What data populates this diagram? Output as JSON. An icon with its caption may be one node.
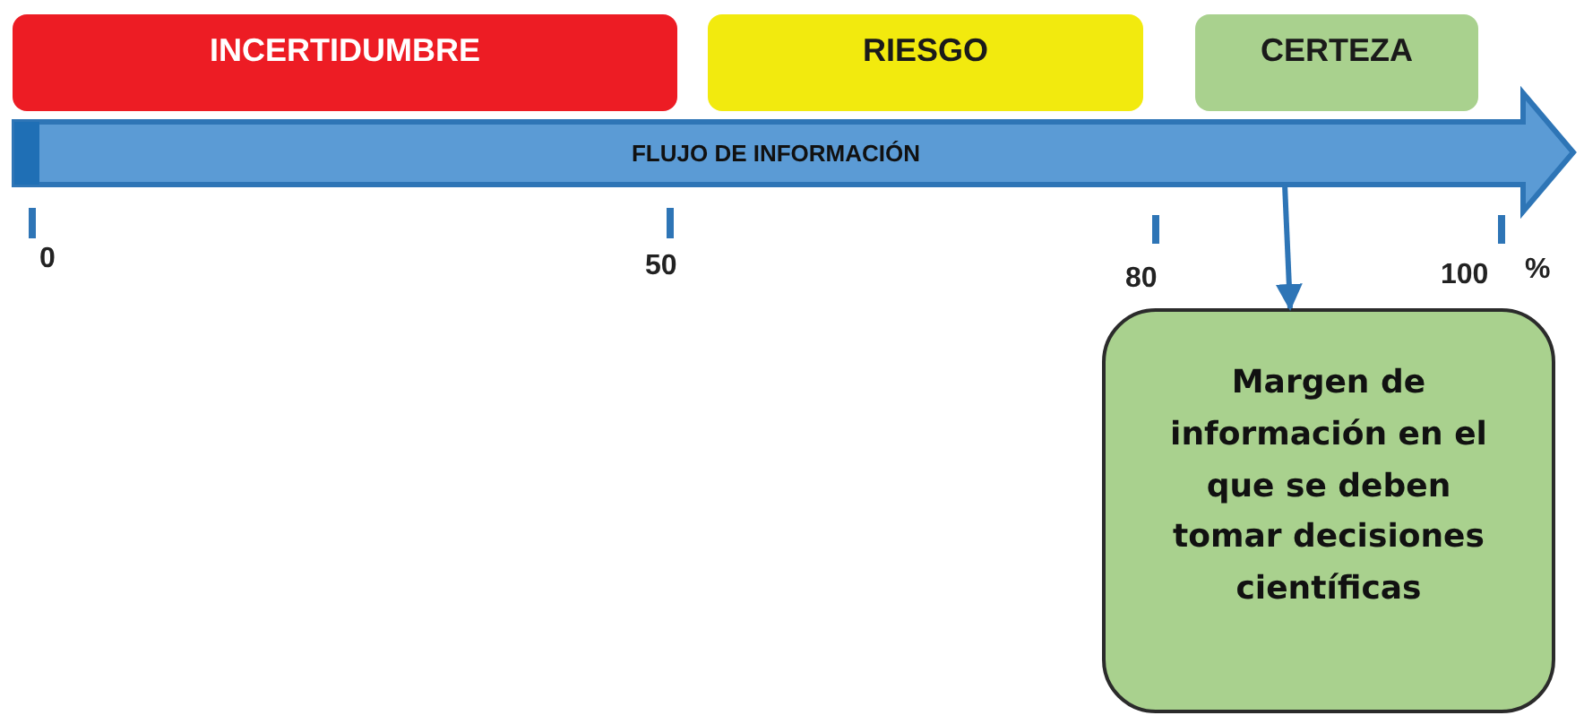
{
  "diagram": {
    "nodes": [
      {
        "text": [
          "INCERTIDUMBRE"
        ]
      },
      {
        "text": [
          "RIESGO"
        ]
      },
      {
        "text": [
          "CERTEZA"
        ]
      },
      {
        "text": [
          "FLUJO DE INFORMACIÓN"
        ]
      },
      {
        "text": [
          "Margen de información en el que se deben tomar decisiones científicas"
        ]
      }
    ],
    "edges": [
      {
        "from": 3,
        "to": 4,
        "arrow": "to"
      }
    ],
    "labels": [
      "0",
      "50",
      "80",
      "100",
      "%"
    ]
  }
}
